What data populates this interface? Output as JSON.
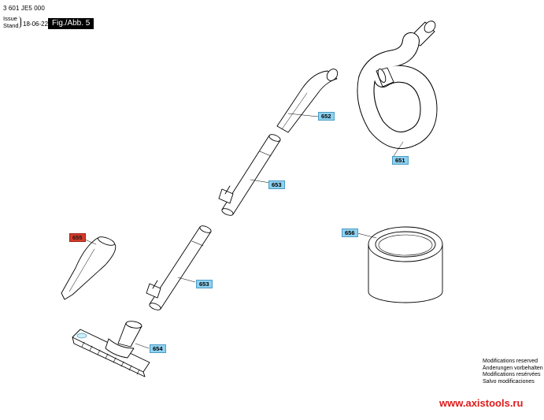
{
  "header": {
    "part_number": "3 601 JE5 000",
    "issue_label_en": "Issue",
    "issue_label_de": "Stand",
    "issue_date": "18-06-22",
    "figure_label": "Fig./Abb. 5"
  },
  "callouts": {
    "hose": "651",
    "elbow_tube": "652",
    "tube_upper": "653",
    "tube_lower": "653",
    "floor_nozzle": "654",
    "crevice_nozzle": "655",
    "filter": "656"
  },
  "colors": {
    "callout_fill": "#8fd1f0",
    "callout_highlight": "#d63b2a",
    "url": "#e01a1a"
  },
  "footer": {
    "notes": [
      "Modifications reserved",
      "Änderungen vorbehalten",
      "Modifications resérvées",
      "Salvo modificaciones"
    ],
    "url": "www.axistools.ru"
  }
}
